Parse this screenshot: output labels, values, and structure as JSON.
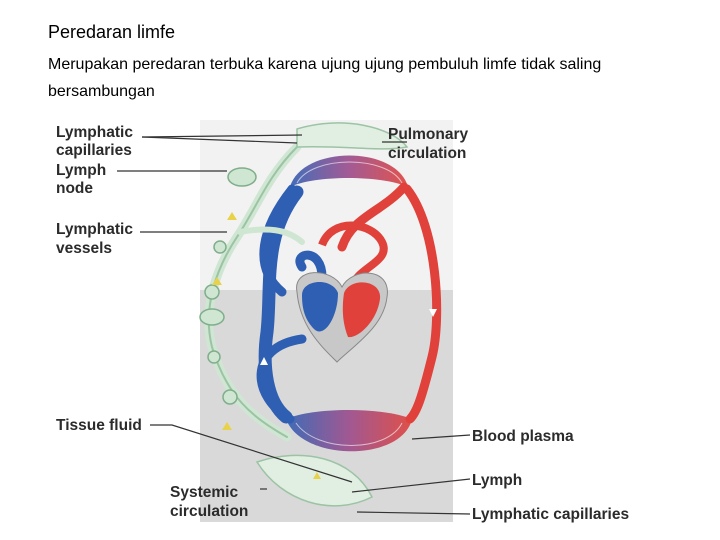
{
  "slide": {
    "title": "Peredaran limfe",
    "description": "Merupakan peredaran terbuka karena ujung ujung pembuluh limfe tidak saling bersambungan"
  },
  "diagram": {
    "labels": {
      "lymphatic_capillaries_top_1": "Lymphatic",
      "lymphatic_capillaries_top_2": "capillaries",
      "lymph_node_1": "Lymph",
      "lymph_node_2": "node",
      "lymphatic_vessels_1": "Lymphatic",
      "lymphatic_vessels_2": "vessels",
      "pulmonary_1": "Pulmonary",
      "pulmonary_2": "circulation",
      "tissue_fluid": "Tissue fluid",
      "systemic_1": "Systemic",
      "systemic_2": "circulation",
      "blood_plasma": "Blood plasma",
      "lymph": "Lymph",
      "lymphatic_capillaries_bottom": "Lymphatic capillaries"
    },
    "colors": {
      "deoxygenated_blood": "#2f5fb3",
      "oxygenated_blood": "#e0413a",
      "lymph": "#cfe6d2",
      "lymph_outline": "#7fae8a",
      "panel_light": "#f2f2f2",
      "panel_dark": "#d9d9d9",
      "flow_arrow": "#e8d24a"
    }
  }
}
